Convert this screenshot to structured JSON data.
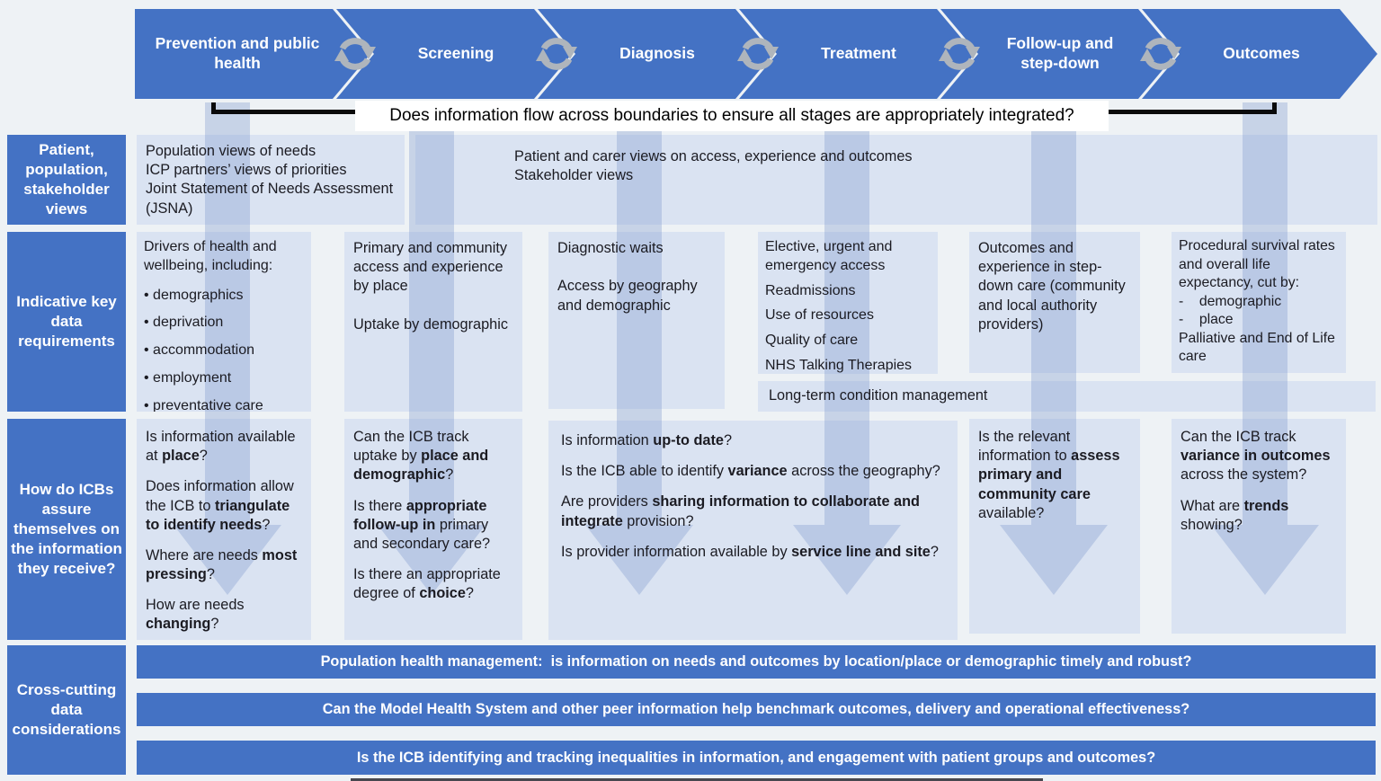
{
  "stages": [
    "Prevention and public health",
    "Screening",
    "Diagnosis",
    "Treatment",
    "Follow-up and step-down",
    "Outcomes"
  ],
  "integration_question": "Does information flow across boundaries to ensure all stages are appropriately integrated?",
  "row_labels": {
    "views": "Patient, population, stakeholder views",
    "data": "Indicative key data requirements",
    "assurance": "How do ICBs assure themselves on the information they receive?",
    "cross_cutting": "Cross-cutting data considerations"
  },
  "views": {
    "left": "Population views of needs\nICP partners’ views of priorities\nJoint Statement of Needs Assessment (JSNA)",
    "right": "Patient and carer views on access, experience and outcomes\nStakeholder views"
  },
  "data_requirements": {
    "prevention_intro": "Drivers of health and wellbeing, including:",
    "prevention_bullets": [
      "demographics",
      "deprivation",
      "accommodation",
      "employment",
      "preventative care"
    ],
    "screening": "Primary and community access and experience by place\n\nUptake by demographic",
    "diagnosis": "Diagnostic waits\n\nAccess by geography and demographic",
    "treatment": [
      "Elective, urgent and emergency access",
      "Readmissions",
      "Use of resources",
      "Quality of care",
      "NHS Talking Therapies"
    ],
    "follow_up": "Outcomes and experience in step-down care (community and local authority providers)",
    "outcomes": "Procedural survival rates and overall life expectancy, cut by:\n-    demographic\n-    place\nPalliative and End of Life care",
    "long_term": "Long-term condition management"
  },
  "assurance": {
    "prevention": [
      "Is information available at **place**?",
      "Does information allow the ICB to **triangulate to identify needs**?",
      "Where are needs **most pressing**?",
      "How are needs **changing**?"
    ],
    "screening": [
      "Can the ICB track uptake by **place and demographic**?",
      "Is there **appropriate follow-up in** primary and secondary care?",
      "Is there an appropriate degree of **choice**?"
    ],
    "diagnosis_treatment": [
      "Is information **up-to date**?",
      "Is the ICB able to identify **variance** across the geography?",
      "Are providers **sharing information to collaborate and integrate** provision?",
      "Is provider information available by **service line and site**?"
    ],
    "follow_up": [
      "Is the relevant information to **assess primary and community care** available?"
    ],
    "outcomes": [
      "Can the ICB track **variance in outcomes** across the system?",
      "What are **trends** showing?"
    ]
  },
  "cross_cutting_bars": [
    "Population health management:  is information on needs and outcomes by location/place or demographic timely and robust?",
    "Can the Model Health System and other peer information help benchmark outcomes, delivery and operational effectiveness?",
    "Is the ICB identifying and tracking inequalities in information, and engagement with patient groups and outcomes?"
  ],
  "icons": {
    "between_stages": "sync-icon",
    "column_flow": "down-arrow-icon"
  },
  "colors": {
    "primary_blue": "#4472C4",
    "panel_light_blue": "#DAE3F2",
    "flow_arrow_blue": "#7A97CC",
    "sync_gray": "#AFB5BC",
    "text_dark": "#1B1B22",
    "background": "#EEF2F5",
    "bar_text": "#FFFFFF"
  }
}
